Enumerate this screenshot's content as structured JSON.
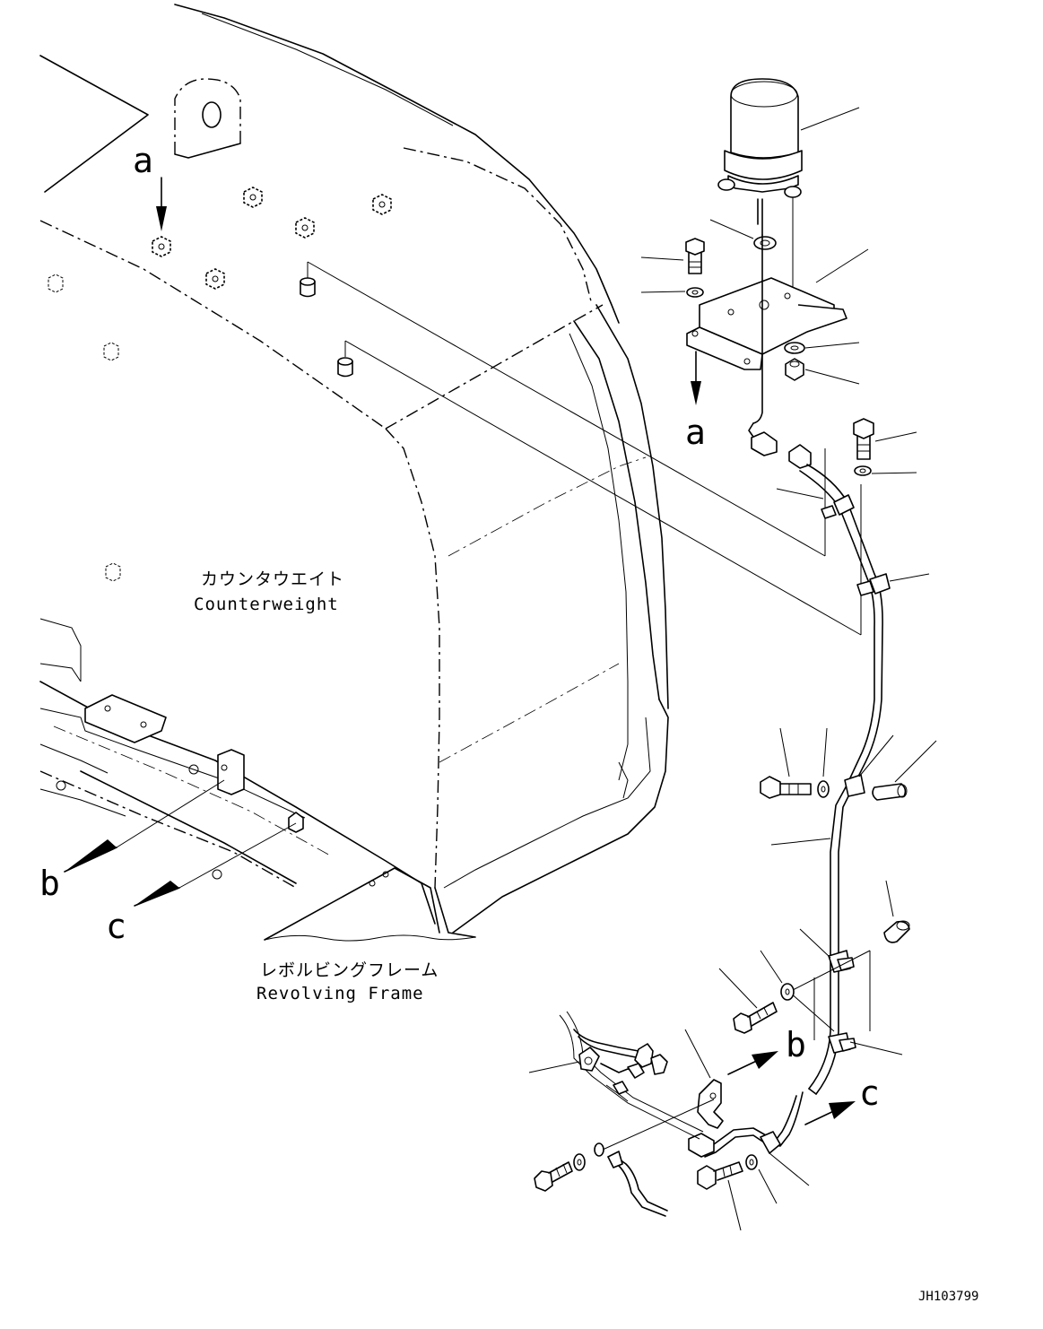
{
  "labels": {
    "counterweight_jp": "カウンタウエイト",
    "counterweight_en": "Counterweight",
    "frame_jp": "レボルビングフレーム",
    "frame_en": "Revolving Frame",
    "view_a": "a",
    "view_b": "b",
    "view_c": "c",
    "drawing_code": "JH103799"
  },
  "icons": [
    "rotating-beacon-icon",
    "bracket-icon",
    "bolt-icon",
    "washer-icon",
    "nut-icon",
    "clamp-icon",
    "spacer-icon",
    "wire-harness-icon",
    "connector-icon"
  ]
}
